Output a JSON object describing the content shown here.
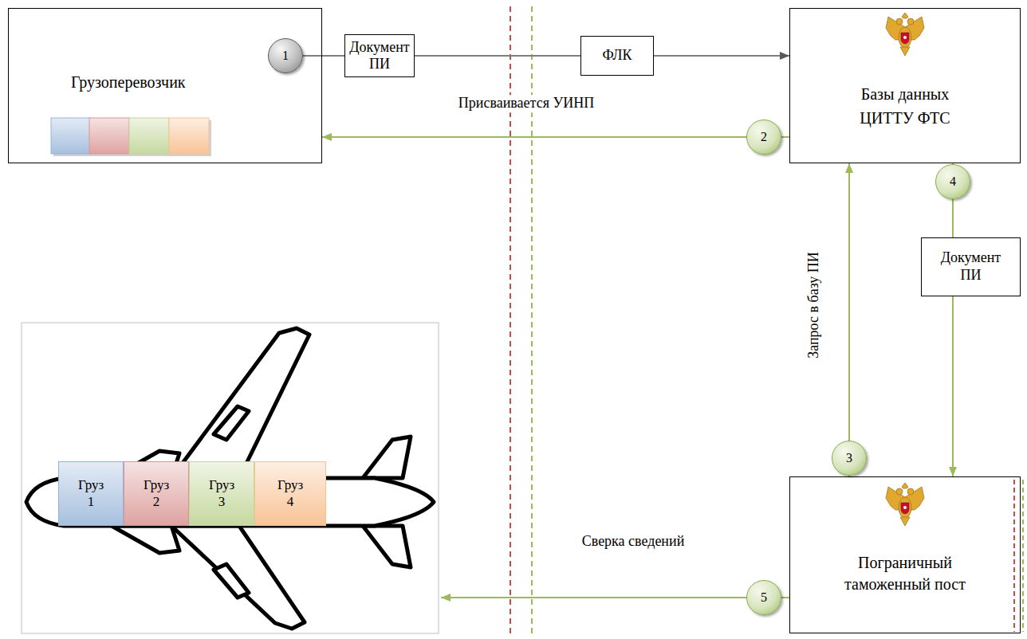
{
  "diagram": {
    "nodes": [
      {
        "text": [
          "Грузоперевозчик"
        ]
      },
      {
        "text": [
          "Документ ПИ"
        ]
      },
      {
        "text": [
          "ФЛК"
        ]
      },
      {
        "text": [
          "Базы данных ЦИТТУ ФТС"
        ]
      },
      {
        "text": [
          "Документ ПИ"
        ]
      },
      {
        "text": [
          "Груз 1"
        ]
      },
      {
        "text": [
          "Груз 2"
        ]
      },
      {
        "text": [
          "Груз 3"
        ]
      },
      {
        "text": [
          "Груз 4"
        ]
      },
      {
        "text": [
          "Пограничный таможенный пост"
        ]
      }
    ],
    "edges": [
      {
        "from": 0,
        "to": 1,
        "arrow": "none"
      },
      {
        "from": 1,
        "to": 2,
        "arrow": "none"
      },
      {
        "from": 2,
        "to": 3,
        "arrow": "to"
      },
      {
        "from": 3,
        "to": 0,
        "arrow": "to",
        "label": "Присваивается УИНП"
      },
      {
        "from": 9,
        "to": 3,
        "arrow": "to",
        "label": "Запрос в базу ПИ"
      },
      {
        "from": 3,
        "to": 4,
        "arrow": "none"
      },
      {
        "from": 4,
        "to": 9,
        "arrow": "to"
      }
    ],
    "labels": [
      "1",
      "2",
      "4",
      "3",
      "5",
      "Сверка сведений"
    ]
  }
}
